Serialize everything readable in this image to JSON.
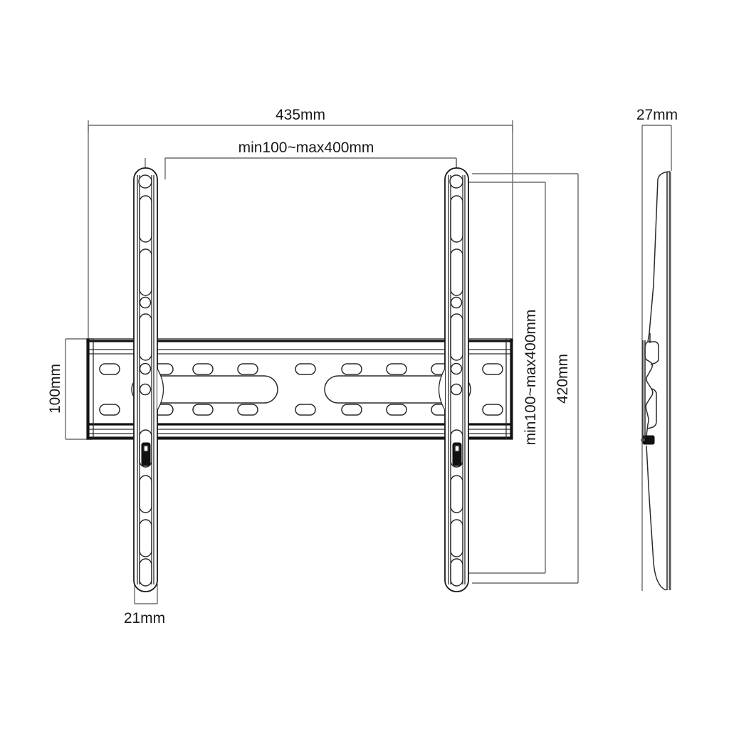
{
  "drawing": {
    "title": "TV wall mount bracket technical dimension drawing",
    "units": "mm",
    "background_color": "#ffffff",
    "line_color": "#1a1a1a",
    "dim_line_color": "#6b6b6d"
  },
  "dimensions": {
    "overall_width": {
      "id": "overall-width",
      "label": "435mm",
      "value": 435,
      "orientation": "horizontal",
      "position": "top"
    },
    "vesa_width": {
      "id": "vesa-width",
      "label": "min100~max400mm",
      "min": 100,
      "max": 400,
      "orientation": "horizontal",
      "position": "top-inner"
    },
    "vesa_height": {
      "id": "vesa-height",
      "label": "min100~max400mm",
      "min": 100,
      "max": 400,
      "orientation": "vertical",
      "position": "right-inner"
    },
    "overall_height": {
      "id": "overall-height",
      "label": "420mm",
      "value": 420,
      "orientation": "vertical",
      "position": "right-outer"
    },
    "plate_height": {
      "id": "plate-height",
      "label": "100mm",
      "value": 100,
      "orientation": "vertical",
      "position": "left"
    },
    "arm_width": {
      "id": "arm-width",
      "label": "21mm",
      "value": 21,
      "orientation": "horizontal",
      "position": "bottom-left"
    },
    "depth": {
      "id": "depth",
      "label": "27mm",
      "value": 27,
      "orientation": "horizontal",
      "position": "top-right"
    }
  },
  "views": {
    "front": {
      "name": "front-view",
      "components": [
        "left-vertical-arm",
        "right-vertical-arm",
        "horizontal-wall-plate"
      ]
    },
    "side": {
      "name": "side-view",
      "components": [
        "side-profile"
      ]
    }
  }
}
